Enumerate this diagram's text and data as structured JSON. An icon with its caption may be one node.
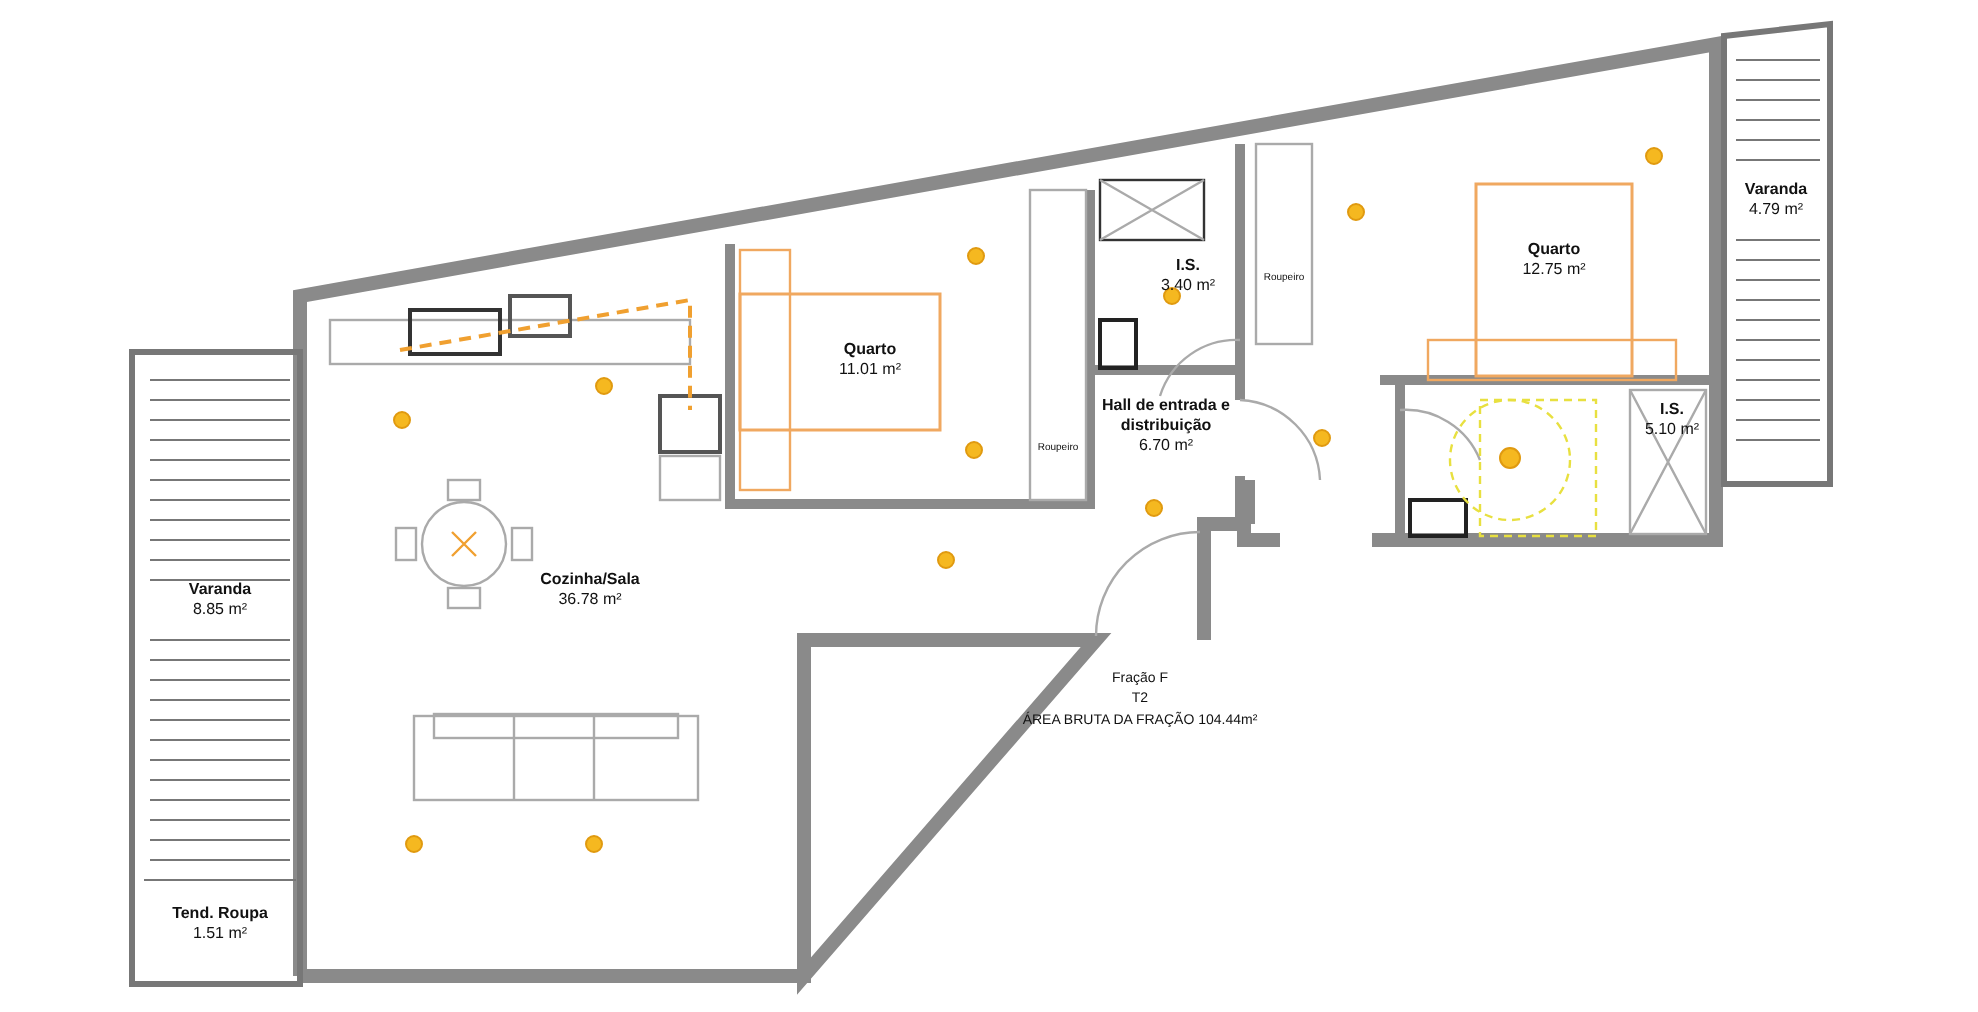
{
  "diagram": {
    "nodes": [
      {
        "text": [
          "Cozinha/Sala",
          "36.78 m²"
        ]
      },
      {
        "text": [
          "Quarto",
          "11.01 m²"
        ]
      },
      {
        "text": [
          "I.S.",
          "3.40 m²"
        ]
      },
      {
        "text": [
          "Hall de entrada e distribuição",
          "6.70 m²"
        ]
      },
      {
        "text": [
          "Quarto",
          "12.75 m²"
        ]
      },
      {
        "text": [
          "I.S.",
          "5.10 m²"
        ]
      },
      {
        "text": [
          "Varanda",
          "4.79 m²"
        ]
      },
      {
        "text": [
          "Varanda",
          "8.85 m²"
        ]
      },
      {
        "text": [
          "Tend. Roupa",
          "1.51 m²"
        ]
      }
    ],
    "labels": [
      "Roupeiro",
      "Roupeiro",
      "Fração F",
      "T2",
      "ÁREA BRUTA DA FRAÇÃO 104.44m²"
    ]
  }
}
